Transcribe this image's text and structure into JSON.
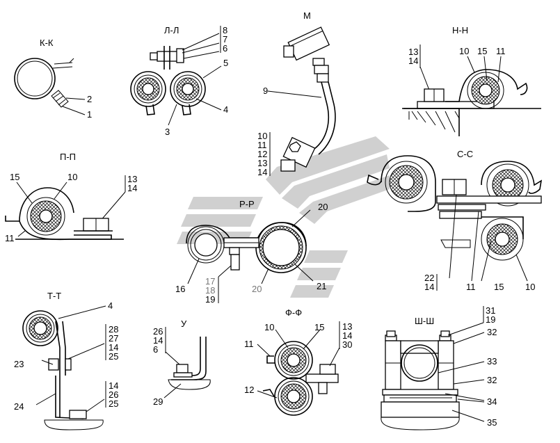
{
  "sections": {
    "kk": {
      "title": "К-К",
      "callouts": [
        "2",
        "1"
      ]
    },
    "ll": {
      "title": "Л-Л",
      "stack": [
        "8",
        "7",
        "6"
      ],
      "callouts": [
        "5",
        "4",
        "3"
      ]
    },
    "m": {
      "title": "М",
      "callouts": [
        "9"
      ],
      "stack": [
        "10",
        "11",
        "12",
        "13",
        "14"
      ]
    },
    "nn": {
      "title": "Н-Н",
      "stack": [
        "13",
        "14"
      ],
      "callouts": [
        "10",
        "15",
        "11"
      ]
    },
    "pp": {
      "title": "П-П",
      "stack": [
        "13",
        "14"
      ],
      "callouts": [
        "15",
        "10",
        "11"
      ]
    },
    "cc": {
      "title": "С-С",
      "stack": [
        "22",
        "14"
      ],
      "callouts": [
        "11",
        "15",
        "10"
      ]
    },
    "rr": {
      "title": "Р-Р",
      "callouts": [
        "20",
        "16",
        "20",
        "21"
      ],
      "stack": [
        "17",
        "18",
        "19"
      ]
    },
    "tt": {
      "title": "Т-Т",
      "callouts": [
        "4",
        "23",
        "24"
      ],
      "stack_a": [
        "28",
        "27",
        "14",
        "25"
      ],
      "stack_b": [
        "14",
        "26",
        "25"
      ]
    },
    "u": {
      "title": "У",
      "stack": [
        "26",
        "14",
        "6"
      ],
      "callouts": [
        "29"
      ]
    },
    "ff": {
      "title": "Ф-Ф",
      "callouts": [
        "10",
        "15",
        "11",
        "12"
      ],
      "stack": [
        "13",
        "14",
        "30"
      ]
    },
    "shsh": {
      "title": "Ш-Ш",
      "stack": [
        "31",
        "19"
      ],
      "callouts": [
        "32",
        "33",
        "32",
        "34",
        "35"
      ]
    }
  },
  "watermark_color": "#cccccc"
}
